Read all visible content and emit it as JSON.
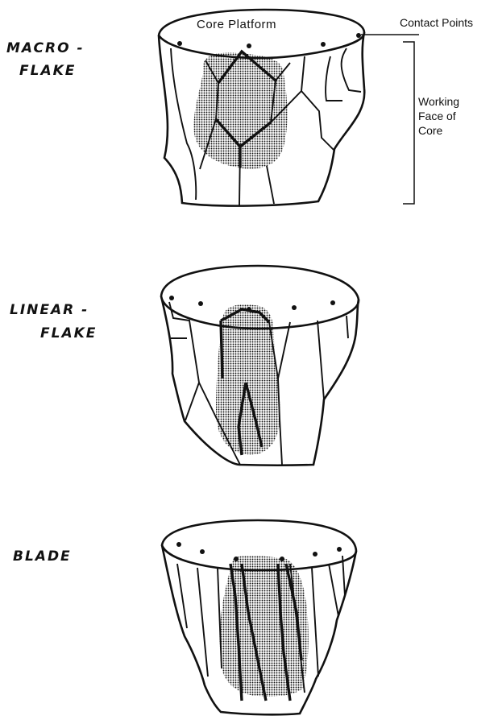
{
  "labels": {
    "macro_line1": "MACRO -",
    "macro_line2": "FLAKE",
    "linear_line1": "LINEAR -",
    "linear_line2": "FLAKE",
    "blade": "BLADE",
    "core_platform": "Core Platform",
    "contact_points": "Contact Points",
    "working_face_1": "Working",
    "working_face_2": "Face of",
    "working_face_3": "Core"
  },
  "colors": {
    "ink": "#111111",
    "stipple": "#7a7a7a"
  }
}
